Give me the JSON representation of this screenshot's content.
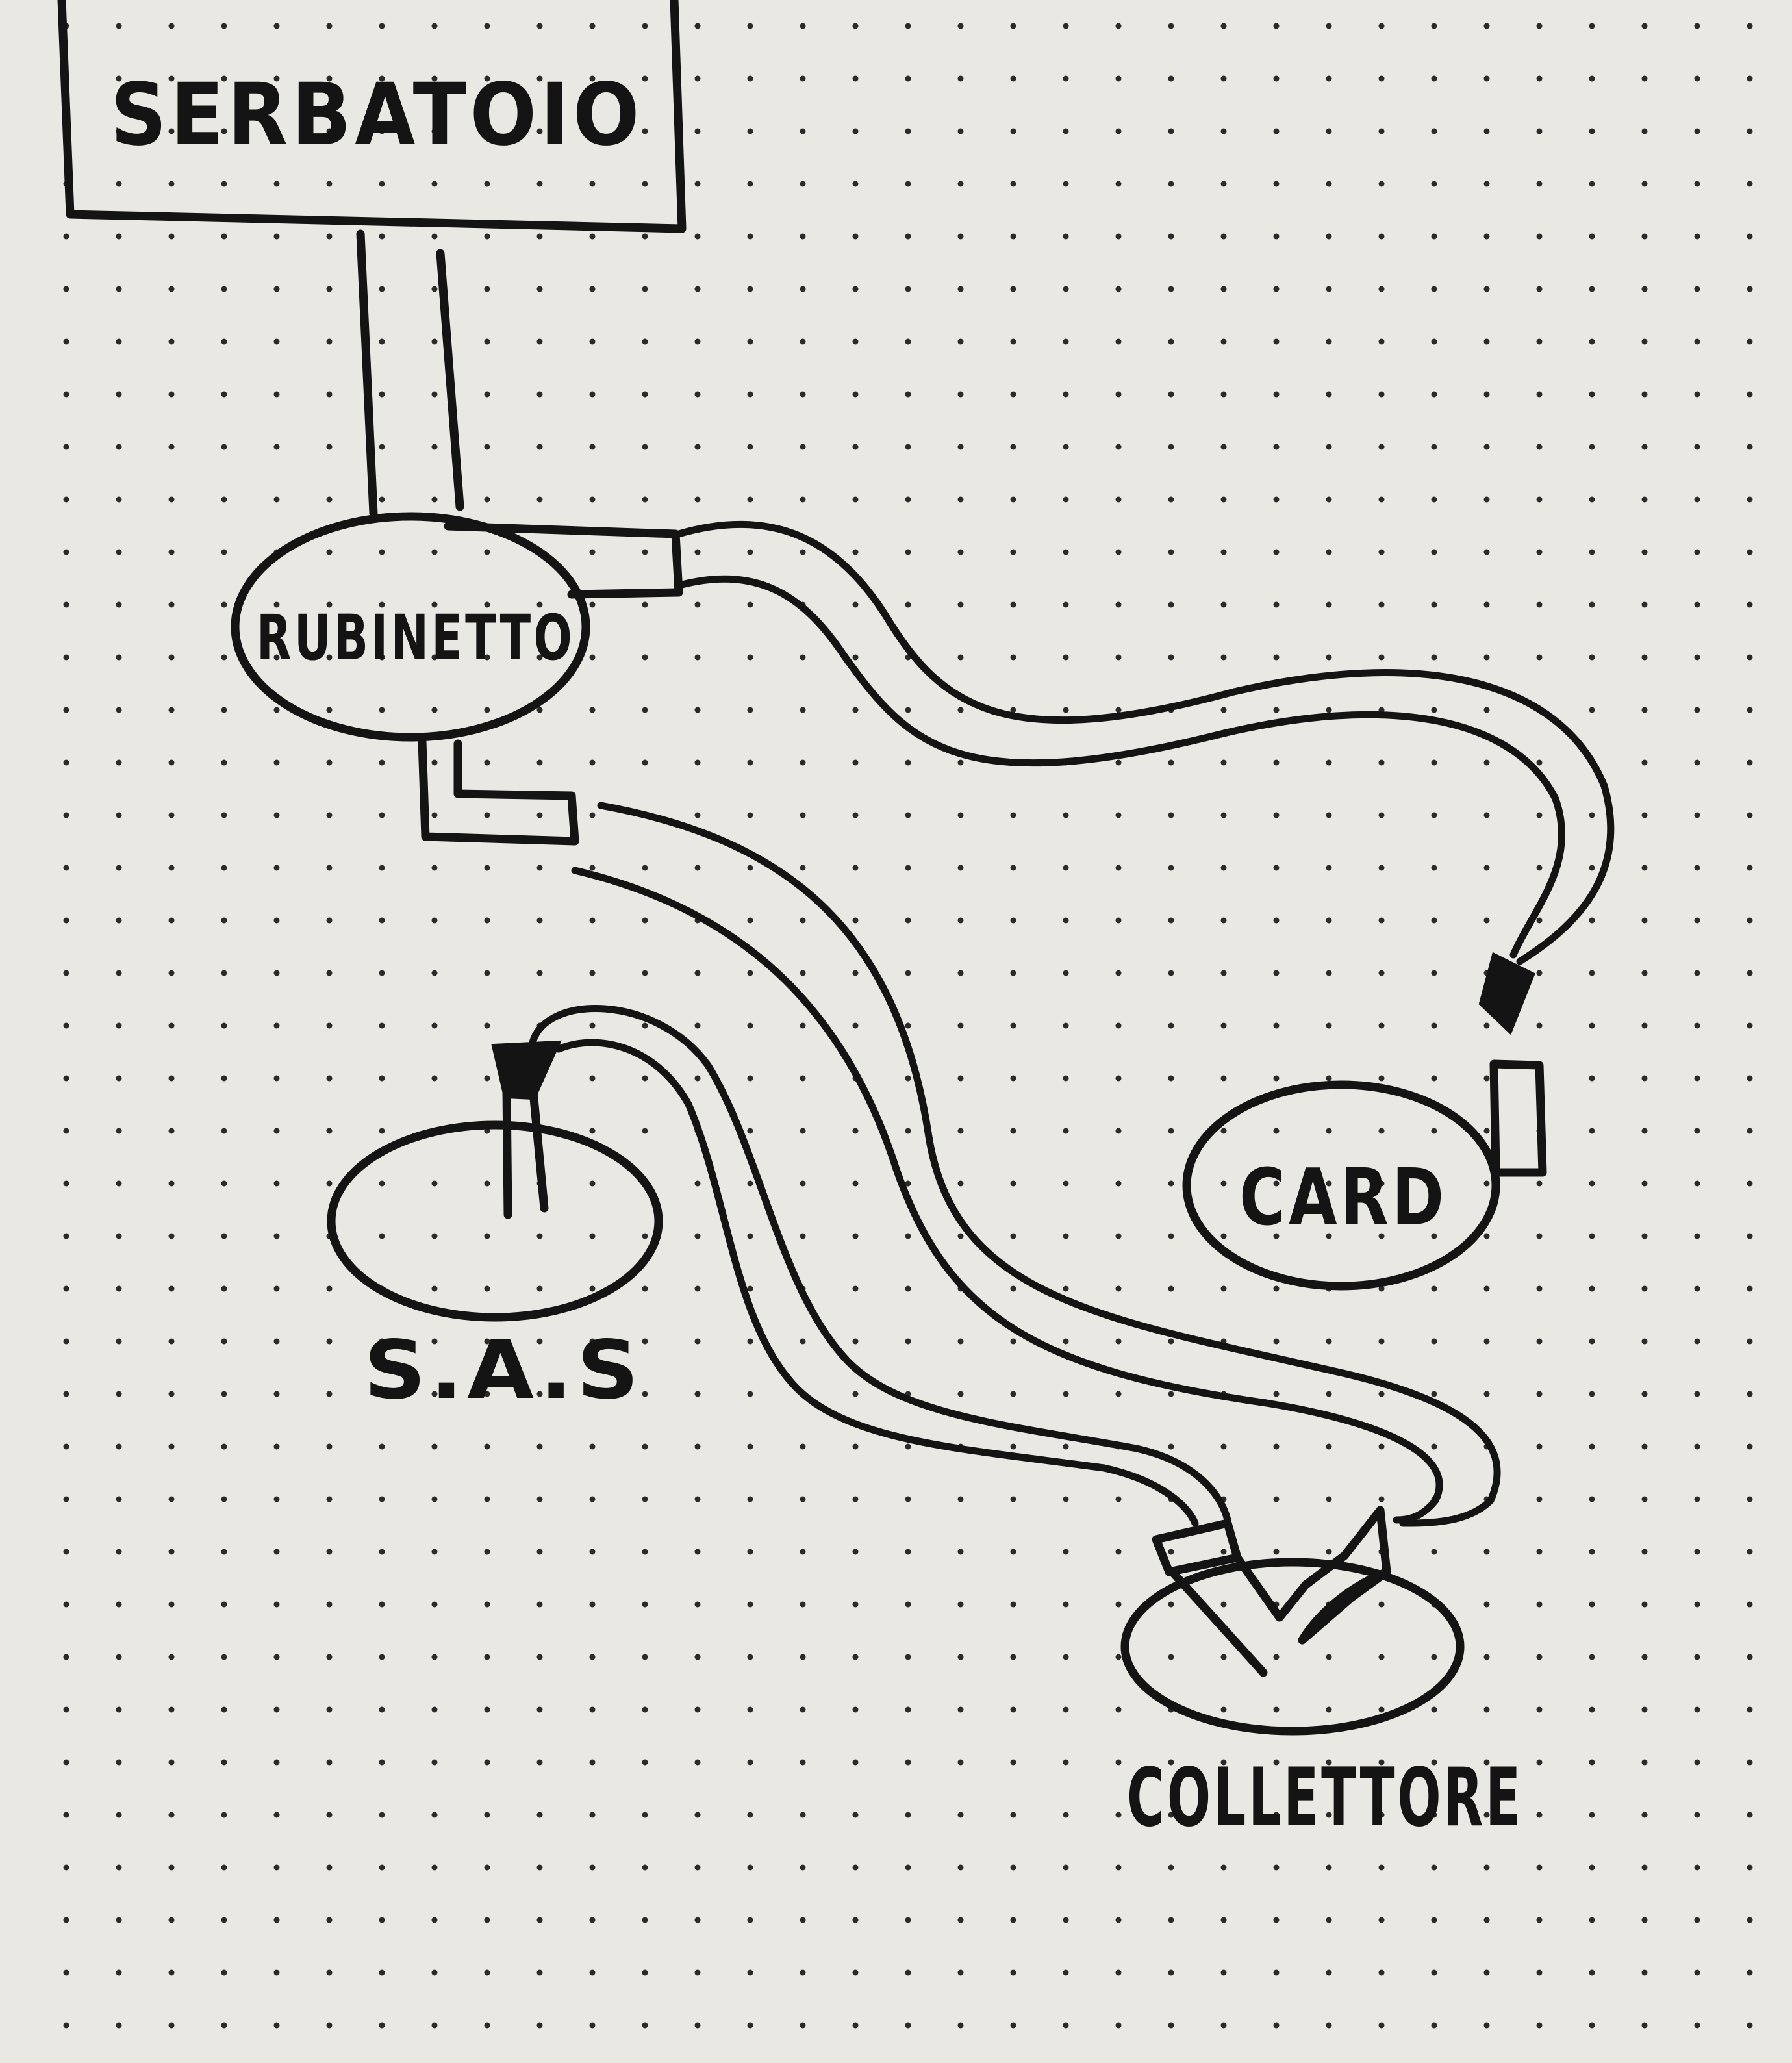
{
  "nodes": {
    "serbatoio": {
      "label": "SERBATOIO"
    },
    "rubinetto": {
      "label": "RUBINETTO"
    },
    "card": {
      "label": "CARD"
    },
    "sas": {
      "label": "S.A.S"
    },
    "collettore": {
      "label": "COLLETTORE"
    }
  },
  "style": {
    "ink_color": "#141414",
    "paper_color": "#e9e8e3",
    "dot_color": "#2a2a2a"
  }
}
